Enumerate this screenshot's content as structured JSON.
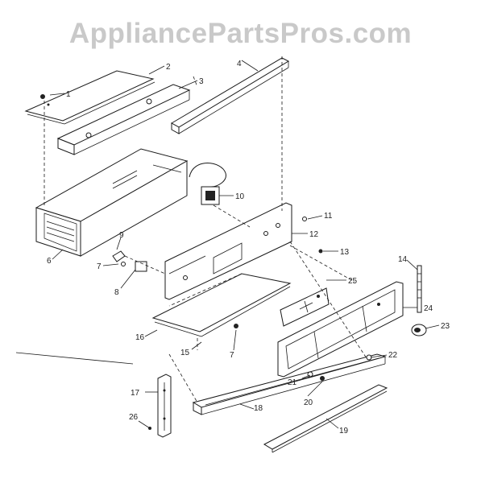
{
  "watermark": "AppliancePartsPros.com",
  "callouts": [
    {
      "id": "c1",
      "text": "1"
    },
    {
      "id": "c2",
      "text": "2"
    },
    {
      "id": "c3",
      "text": "3"
    },
    {
      "id": "c4",
      "text": "4"
    },
    {
      "id": "c6",
      "text": "6"
    },
    {
      "id": "c7a",
      "text": "7"
    },
    {
      "id": "c7b",
      "text": "7"
    },
    {
      "id": "c8",
      "text": "8"
    },
    {
      "id": "c9",
      "text": "9"
    },
    {
      "id": "c10",
      "text": "10"
    },
    {
      "id": "c11",
      "text": "11"
    },
    {
      "id": "c12",
      "text": "12"
    },
    {
      "id": "c13",
      "text": "13"
    },
    {
      "id": "c14",
      "text": "14"
    },
    {
      "id": "c15",
      "text": "15"
    },
    {
      "id": "c16",
      "text": "16"
    },
    {
      "id": "c17",
      "text": "17"
    },
    {
      "id": "c18",
      "text": "18"
    },
    {
      "id": "c19",
      "text": "19"
    },
    {
      "id": "c20",
      "text": "20"
    },
    {
      "id": "c21",
      "text": "21"
    },
    {
      "id": "c22",
      "text": "22"
    },
    {
      "id": "c23",
      "text": "23"
    },
    {
      "id": "c24",
      "text": "24"
    },
    {
      "id": "c25",
      "text": "25"
    },
    {
      "id": "c26",
      "text": "26"
    }
  ]
}
